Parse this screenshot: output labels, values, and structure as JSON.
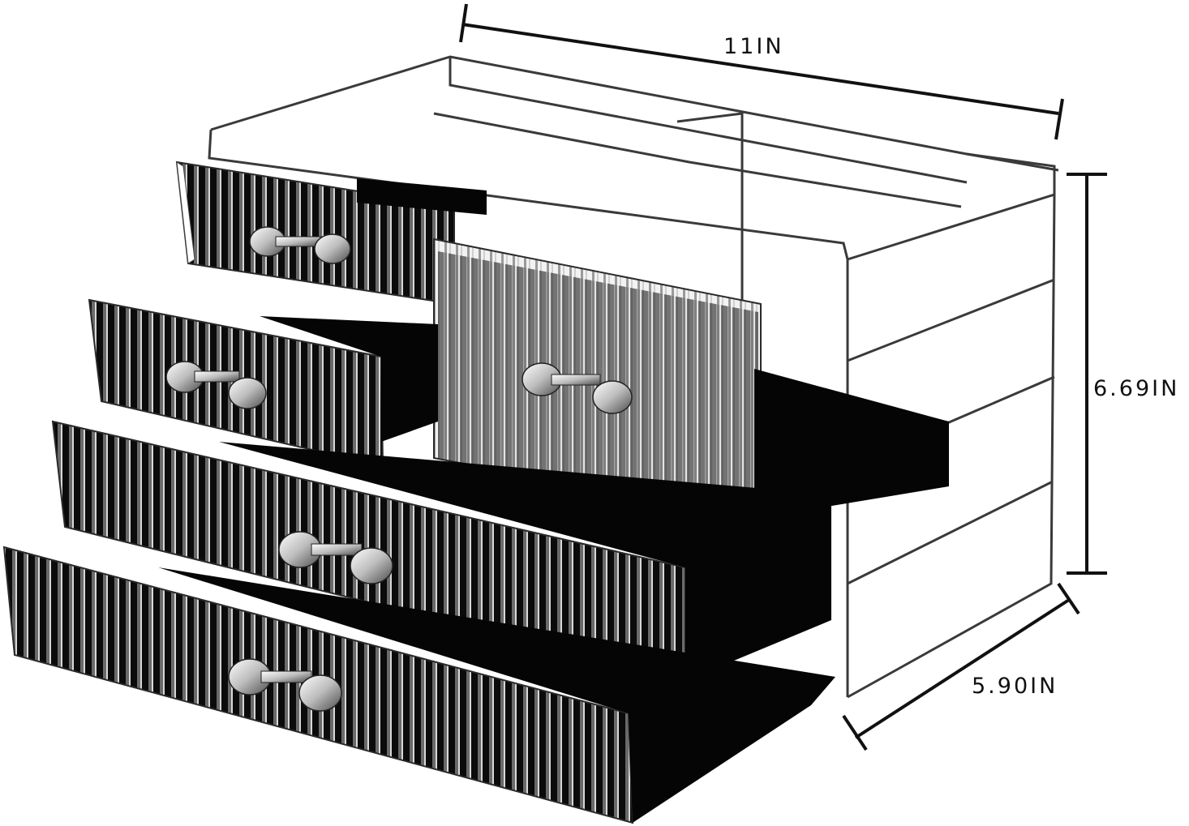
{
  "dimensions": {
    "width_label": "11IN",
    "height_label": "6.69IN",
    "depth_label": "5.90IN"
  },
  "colors": {
    "background": "#ffffff",
    "acrylic_edge": "#3a3a3a",
    "drawer_fill": "#0a0a0a",
    "dimension_line": "#111111"
  },
  "object": {
    "description_icon": "acrylic-drawer-organizer"
  }
}
